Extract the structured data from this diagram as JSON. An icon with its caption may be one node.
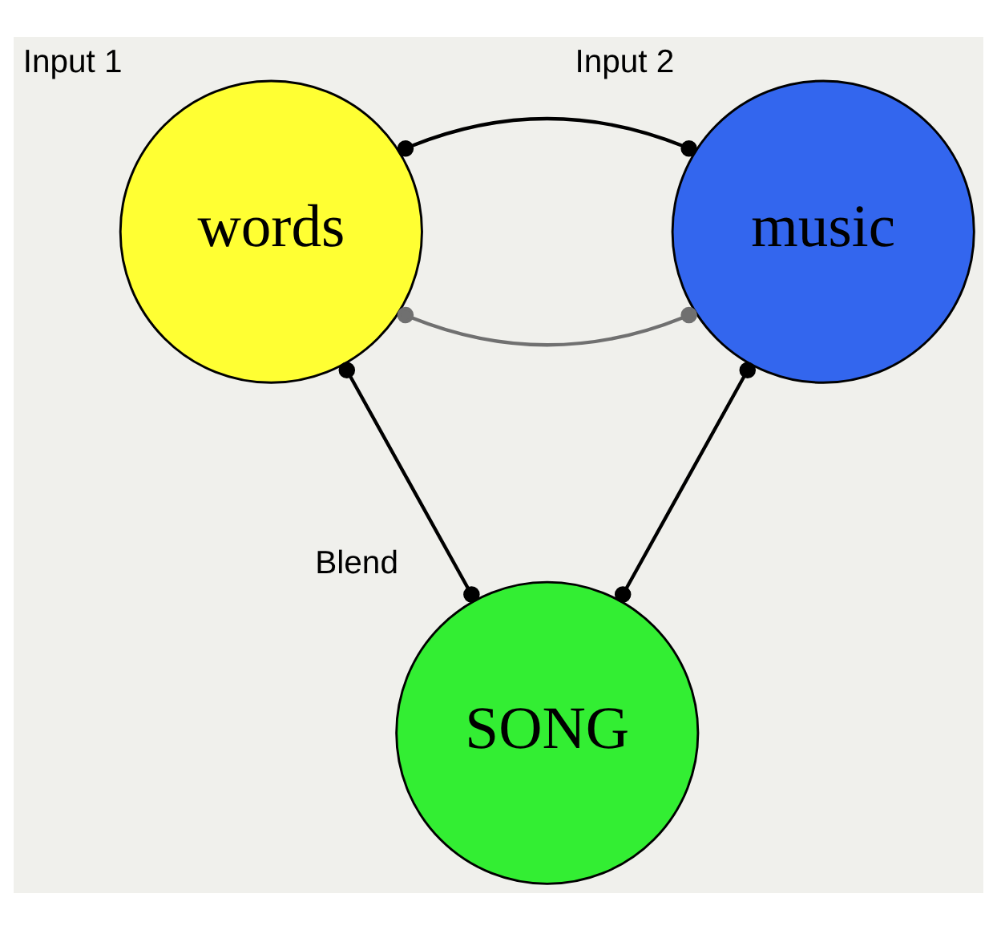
{
  "diagram": {
    "nodes": [
      {
        "text": [
          "words"
        ],
        "beside": [
          "Input 1"
        ]
      },
      {
        "text": [
          "music"
        ],
        "beside": [
          "Input 2"
        ]
      },
      {
        "text": [
          "SONG"
        ],
        "beside": [
          "Blend"
        ]
      }
    ],
    "edges": [
      {
        "from": 0,
        "to": 1,
        "arrow": "other",
        "color": "#707070"
      },
      {
        "from": 0,
        "to": 1,
        "arrow": "other"
      },
      {
        "from": 0,
        "to": 2,
        "arrow": "other"
      },
      {
        "from": 1,
        "to": 2,
        "arrow": "other"
      }
    ]
  }
}
